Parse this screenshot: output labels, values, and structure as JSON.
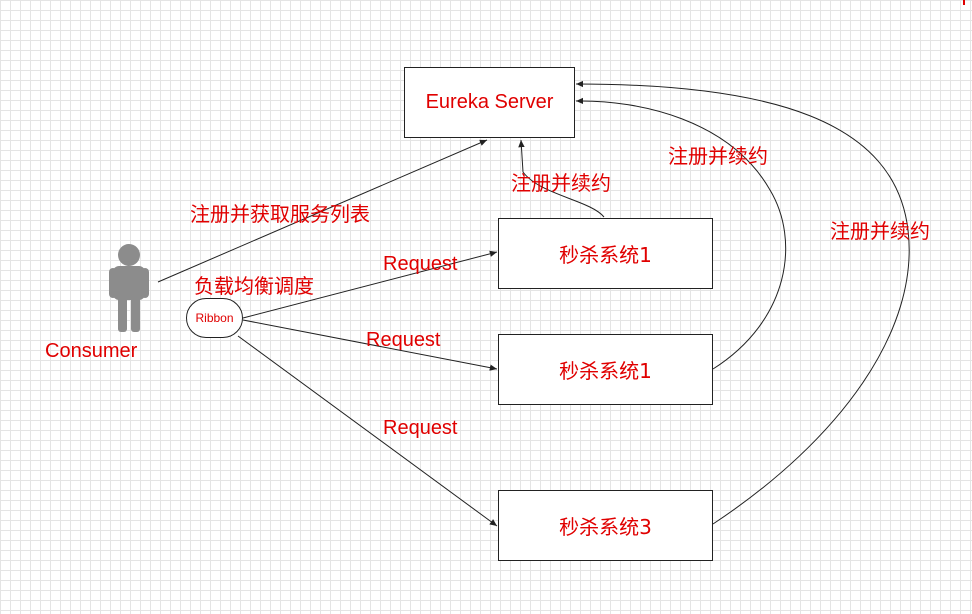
{
  "nodes": {
    "eureka": "Eureka Server",
    "service_1": "秒杀系统1",
    "service_2": "秒杀系统1",
    "service_3": "秒杀系统3",
    "ribbon": "Ribbon",
    "consumer": "Consumer"
  },
  "edge_labels": {
    "consumer_to_eureka": "注册并获取服务列表",
    "load_balance": "负载均衡调度",
    "request_1": "Request",
    "request_2": "Request",
    "request_3": "Request",
    "register_1": "注册并续约",
    "register_2": "注册并续约",
    "register_3": "注册并续约"
  },
  "colors": {
    "text": "#e00000",
    "line": "#222222",
    "person": "#8c8c8c",
    "grid": "#e4e4e4"
  },
  "icons": {
    "consumer": "person-icon"
  }
}
